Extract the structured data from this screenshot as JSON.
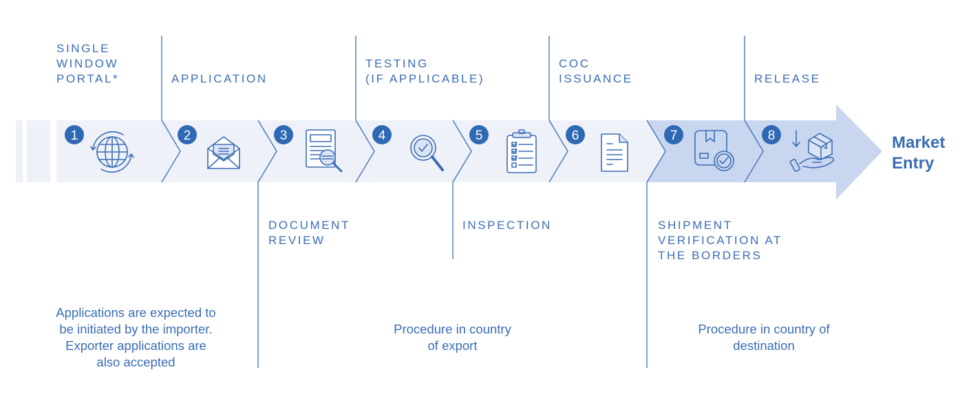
{
  "colors": {
    "primary": "#3a6db4",
    "band_light": "#eef1f8",
    "band_dark": "#c9d6ef",
    "badge": "#2f68b3"
  },
  "steps": [
    {
      "number": "1",
      "label": "SINGLE\nWINDOW\nPORTAL*",
      "icon": "globe-refresh-icon",
      "position": "top"
    },
    {
      "number": "2",
      "label": "APPLICATION",
      "icon": "open-envelope-icon",
      "position": "top"
    },
    {
      "number": "3",
      "label": "DOCUMENT\nREVIEW",
      "icon": "document-magnifier-icon",
      "position": "bottom"
    },
    {
      "number": "4",
      "label": "TESTING\n(IF APPLICABLE)",
      "icon": "magnifier-check-icon",
      "position": "top"
    },
    {
      "number": "5",
      "label": "INSPECTION",
      "icon": "clipboard-checklist-icon",
      "position": "bottom"
    },
    {
      "number": "6",
      "label": "COC\nISSUANCE",
      "icon": "document-icon",
      "position": "top"
    },
    {
      "number": "7",
      "label": "SHIPMENT\nVERIFICATION AT\nTHE BORDERS",
      "icon": "box-check-icon",
      "position": "bottom"
    },
    {
      "number": "8",
      "label": "RELEASE",
      "icon": "hand-box-icon",
      "position": "top"
    }
  ],
  "end_label": "Market\nEntry",
  "notes": {
    "importer": "Applications are expected to\nbe initiated by the importer.\nExporter applications are\nalso accepted",
    "export": "Procedure in country\nof export",
    "destination": "Procedure in country of\ndestination"
  }
}
